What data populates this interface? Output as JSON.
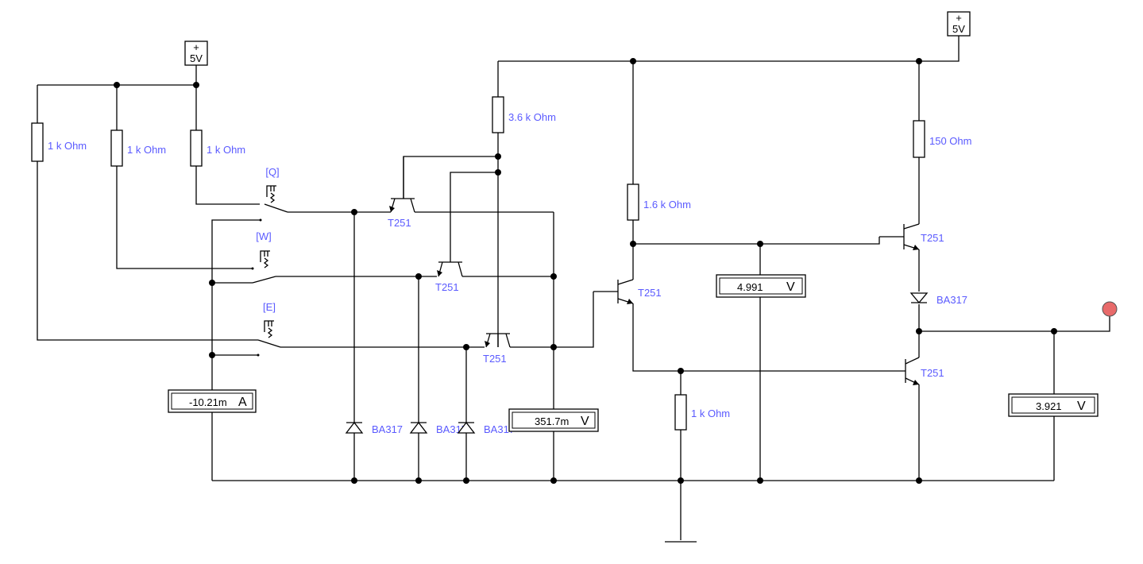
{
  "supplies": [
    {
      "id": "vcc-left",
      "sign": "+",
      "value": "5V"
    },
    {
      "id": "vcc-right",
      "sign": "+",
      "value": "5V"
    }
  ],
  "resistors": [
    {
      "id": "r1",
      "label": "1 k Ohm"
    },
    {
      "id": "r2",
      "label": "1 k Ohm"
    },
    {
      "id": "r3",
      "label": "1 k Ohm"
    },
    {
      "id": "r4",
      "label": "3.6 k Ohm"
    },
    {
      "id": "r5",
      "label": "1.6 k Ohm"
    },
    {
      "id": "r6",
      "label": "150  Ohm"
    },
    {
      "id": "r7",
      "label": "1 k Ohm"
    }
  ],
  "switches": [
    {
      "id": "sw-q",
      "key": "[Q]"
    },
    {
      "id": "sw-w",
      "key": "[W]"
    },
    {
      "id": "sw-e",
      "key": "[E]"
    }
  ],
  "transistors": [
    {
      "id": "t1",
      "label": "T251"
    },
    {
      "id": "t2",
      "label": "T251"
    },
    {
      "id": "t3",
      "label": "T251"
    },
    {
      "id": "t4",
      "label": "T251"
    },
    {
      "id": "t5",
      "label": "T251"
    },
    {
      "id": "t6",
      "label": "T251"
    }
  ],
  "diodes": [
    {
      "id": "d1",
      "label": "BA317"
    },
    {
      "id": "d2",
      "label": "BA317"
    },
    {
      "id": "d3",
      "label": "BA317"
    },
    {
      "id": "d4",
      "label": "BA317"
    }
  ],
  "meters": [
    {
      "id": "ammeter",
      "value": "-10.21m",
      "unit": "A"
    },
    {
      "id": "voltmeter-1",
      "value": "351.7m",
      "unit": "V"
    },
    {
      "id": "voltmeter-2",
      "value": "4.991",
      "unit": "V"
    },
    {
      "id": "voltmeter-3",
      "value": "3.921",
      "unit": "V"
    }
  ],
  "colors": {
    "wire": "#000000",
    "label": "#5a5aff",
    "probe": "#e86a6a"
  }
}
